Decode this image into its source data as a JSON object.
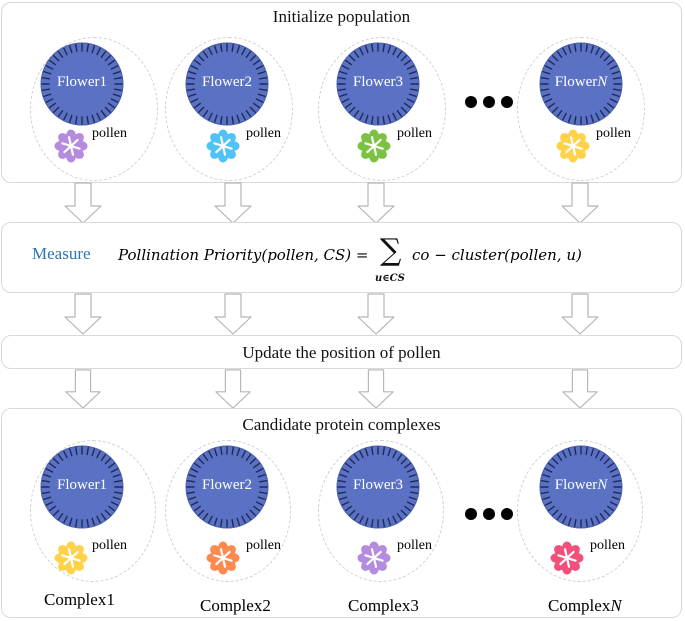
{
  "top": {
    "title": "Initialize population",
    "flowers": [
      {
        "name": "Flower1",
        "pollen_color": "#b58be0"
      },
      {
        "name": "Flower2",
        "pollen_color": "#4fc3f7"
      },
      {
        "name": "Flower3",
        "pollen_color": "#7cc242"
      },
      {
        "name_prefix": "Flower",
        "name_suffix": "N",
        "pollen_color": "#ffd24a"
      }
    ],
    "pollen_label": "pollen"
  },
  "measure": {
    "label": "Measure",
    "formula_lhs": "Pollination Priority(pollen, CS) =",
    "sum_subscript": "u∈CS",
    "formula_rhs": "co − cluster(pollen, u)"
  },
  "update": {
    "title": "Update the position of pollen"
  },
  "bottom": {
    "title": "Candidate protein complexes",
    "flowers": [
      {
        "name": "Flower1",
        "pollen_color": "#ffd24a"
      },
      {
        "name": "Flower2",
        "pollen_color": "#ff8a50"
      },
      {
        "name": "Flower3",
        "pollen_color": "#b58be0"
      },
      {
        "name_prefix": "Flower",
        "name_suffix": "N",
        "pollen_color": "#f0507a"
      }
    ],
    "pollen_label": "pollen",
    "complexes": [
      "Complex1",
      "Complex2",
      "Complex3"
    ],
    "complex_n_prefix": "Complex",
    "complex_n_suffix": "N"
  },
  "colors": {
    "flower_fill": "#5b72c4",
    "flower_stroke": "#4a5fa8",
    "tick": "#1e2a5a",
    "measure_label": "#2e75b6",
    "panel_border": "#d9d9d9"
  }
}
